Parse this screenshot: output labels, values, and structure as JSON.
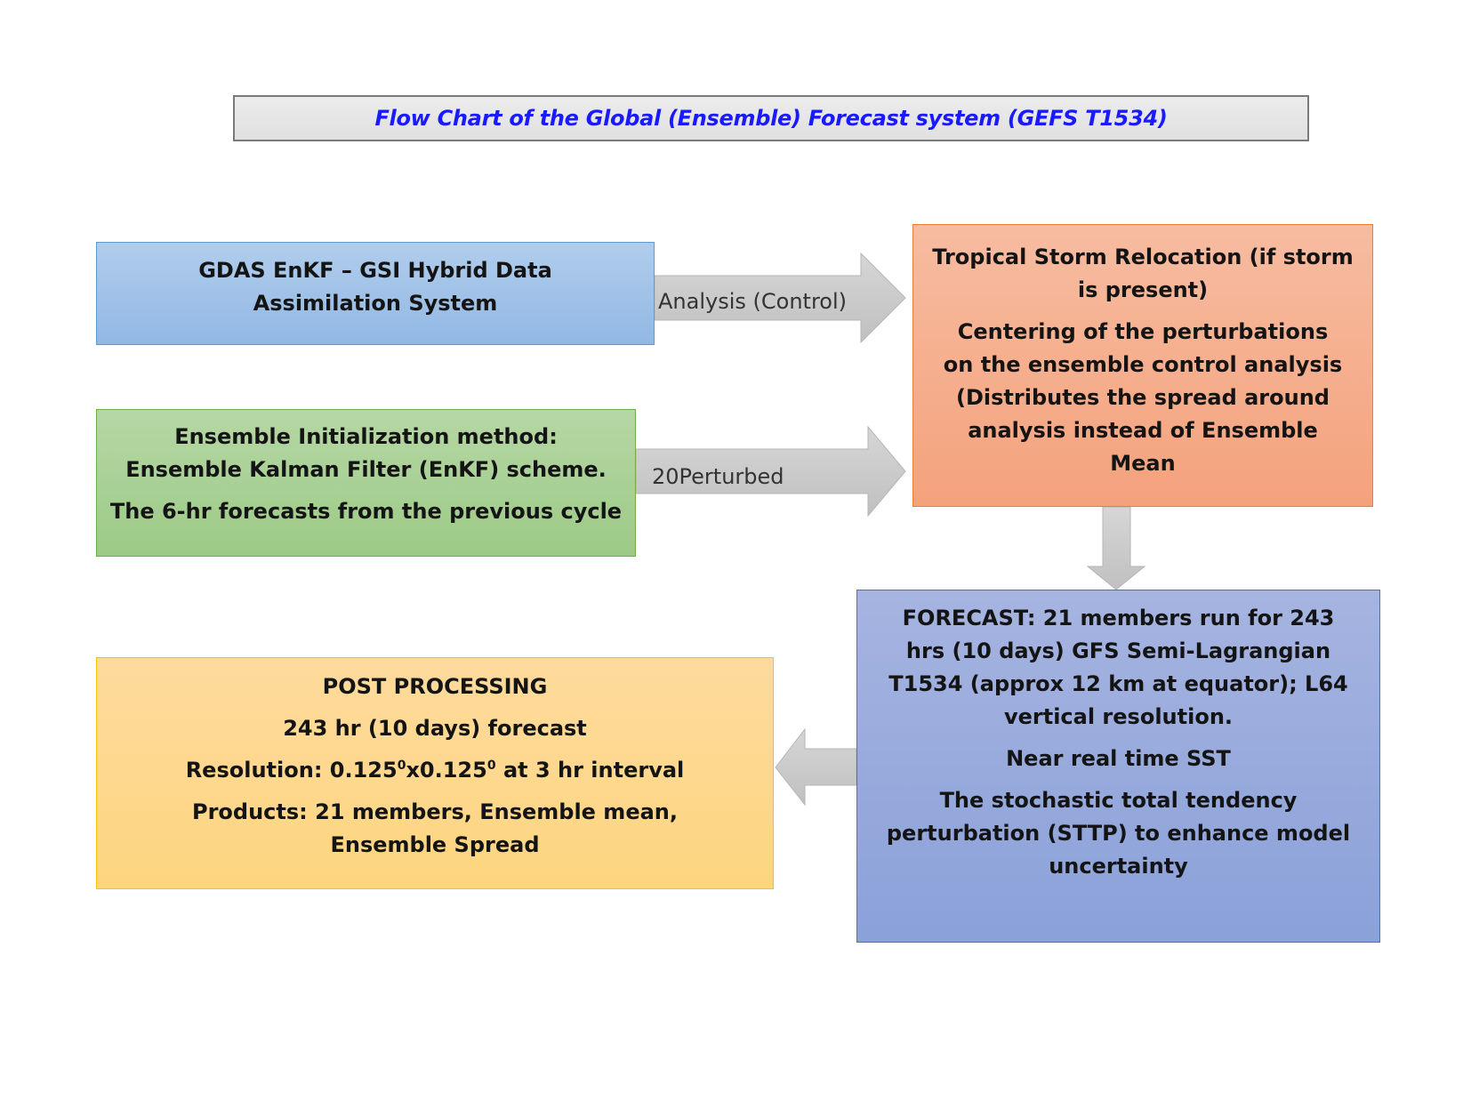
{
  "title": "Flow Chart of the Global (Ensemble) Forecast system (GEFS T1534)",
  "colors": {
    "title_text": "#1a1aff",
    "title_bg": "#e6e6e6",
    "arrow_fill": "#cbcbcb",
    "gdas_bg": "#9dc1e8",
    "enkf_bg": "#a8d196",
    "tsr_bg": "#f5ae8d",
    "forecast_bg": "#98aadc",
    "post_bg": "#fdd78e"
  },
  "nodes": {
    "gdas": {
      "text": "GDAS EnKF – GSI Hybrid Data Assimilation System"
    },
    "enkf": {
      "line1": "Ensemble Initialization method: Ensemble Kalman Filter (EnKF) scheme.",
      "line2": "The 6-hr forecasts from the previous cycle"
    },
    "tsr": {
      "line1": "Tropical Storm Relocation (if storm is present)",
      "line2": "Centering of the perturbations on the ensemble control analysis (Distributes the spread around analysis instead of Ensemble Mean"
    },
    "forecast": {
      "line1": "FORECAST: 21 members run for 243 hrs (10 days)  GFS Semi-Lagrangian T1534 (approx 12 km at equator); L64 vertical resolution.",
      "line2": "Near real time SST",
      "line3": "The stochastic total tendency perturbation (STTP)  to enhance model uncertainty"
    },
    "post": {
      "heading": "POST PROCESSING",
      "forecast": "243 hr (10 days) forecast",
      "resolution_prefix": "Resolution:  0.125",
      "resolution_sup1": "0",
      "resolution_mid": "x0.125",
      "resolution_sup2": "0",
      "resolution_suffix": " at 3 hr interval",
      "products": "Products: 21 members,  Ensemble mean, Ensemble Spread"
    }
  },
  "edges": {
    "analysis_label": "Analysis (Control)",
    "perturbed_label": "20Perturbed"
  }
}
